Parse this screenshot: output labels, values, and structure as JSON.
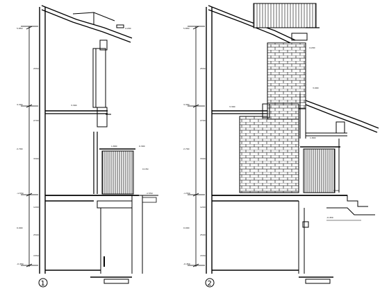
{
  "section_1": {
    "marker": "1",
    "levels": [
      "5.850",
      "3.300",
      "0.000",
      "-1.550",
      "-0.450",
      "2.700"
    ],
    "dims": [
      "2550",
      "2700",
      "3300",
      "1200",
      "2500",
      "1550"
    ],
    "notes": [
      "4.200",
      "3.300",
      "1.800",
      "0.300",
      "0.150",
      "-1.550"
    ]
  },
  "section_2": {
    "marker": "2",
    "levels": [
      "5.850",
      "3.300",
      "0.000",
      "-1.550",
      "-0.450",
      "2.700"
    ],
    "dims": [
      "2550",
      "2700",
      "3300",
      "1200",
      "2500",
      "1550"
    ],
    "notes": [
      "4.200",
      "3.300",
      "3.000",
      "1.800",
      "0.600",
      "-0.450"
    ]
  }
}
